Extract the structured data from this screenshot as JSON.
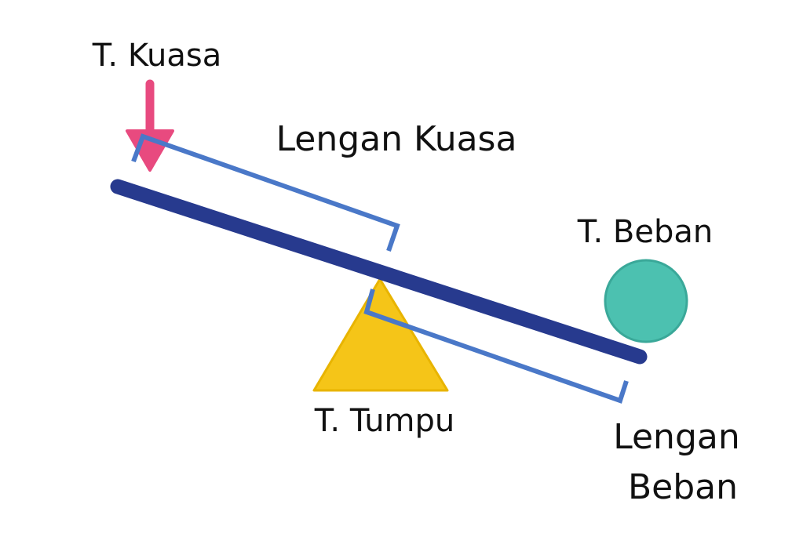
{
  "labels": {
    "effort_point": "T. Kuasa",
    "effort_arm": "Lengan Kuasa",
    "load_point": "T. Beban",
    "fulcrum": "T. Tumpu",
    "load_arm_line1": "Lengan",
    "load_arm_line2": "Beban"
  },
  "colors": {
    "background": "#ffffff",
    "lever": "#273a8e",
    "arm_bracket": "#4a78c8",
    "fulcrum": "#f5c518",
    "fulcrum_edge": "#e8b400",
    "load": "#4cc1b0",
    "load_edge": "#3aa899",
    "effort_arrow": "#e84a7f",
    "text": "#111111"
  },
  "icons": {
    "effort": "arrow-down-icon",
    "fulcrum": "triangle-icon",
    "load": "circle-icon"
  }
}
